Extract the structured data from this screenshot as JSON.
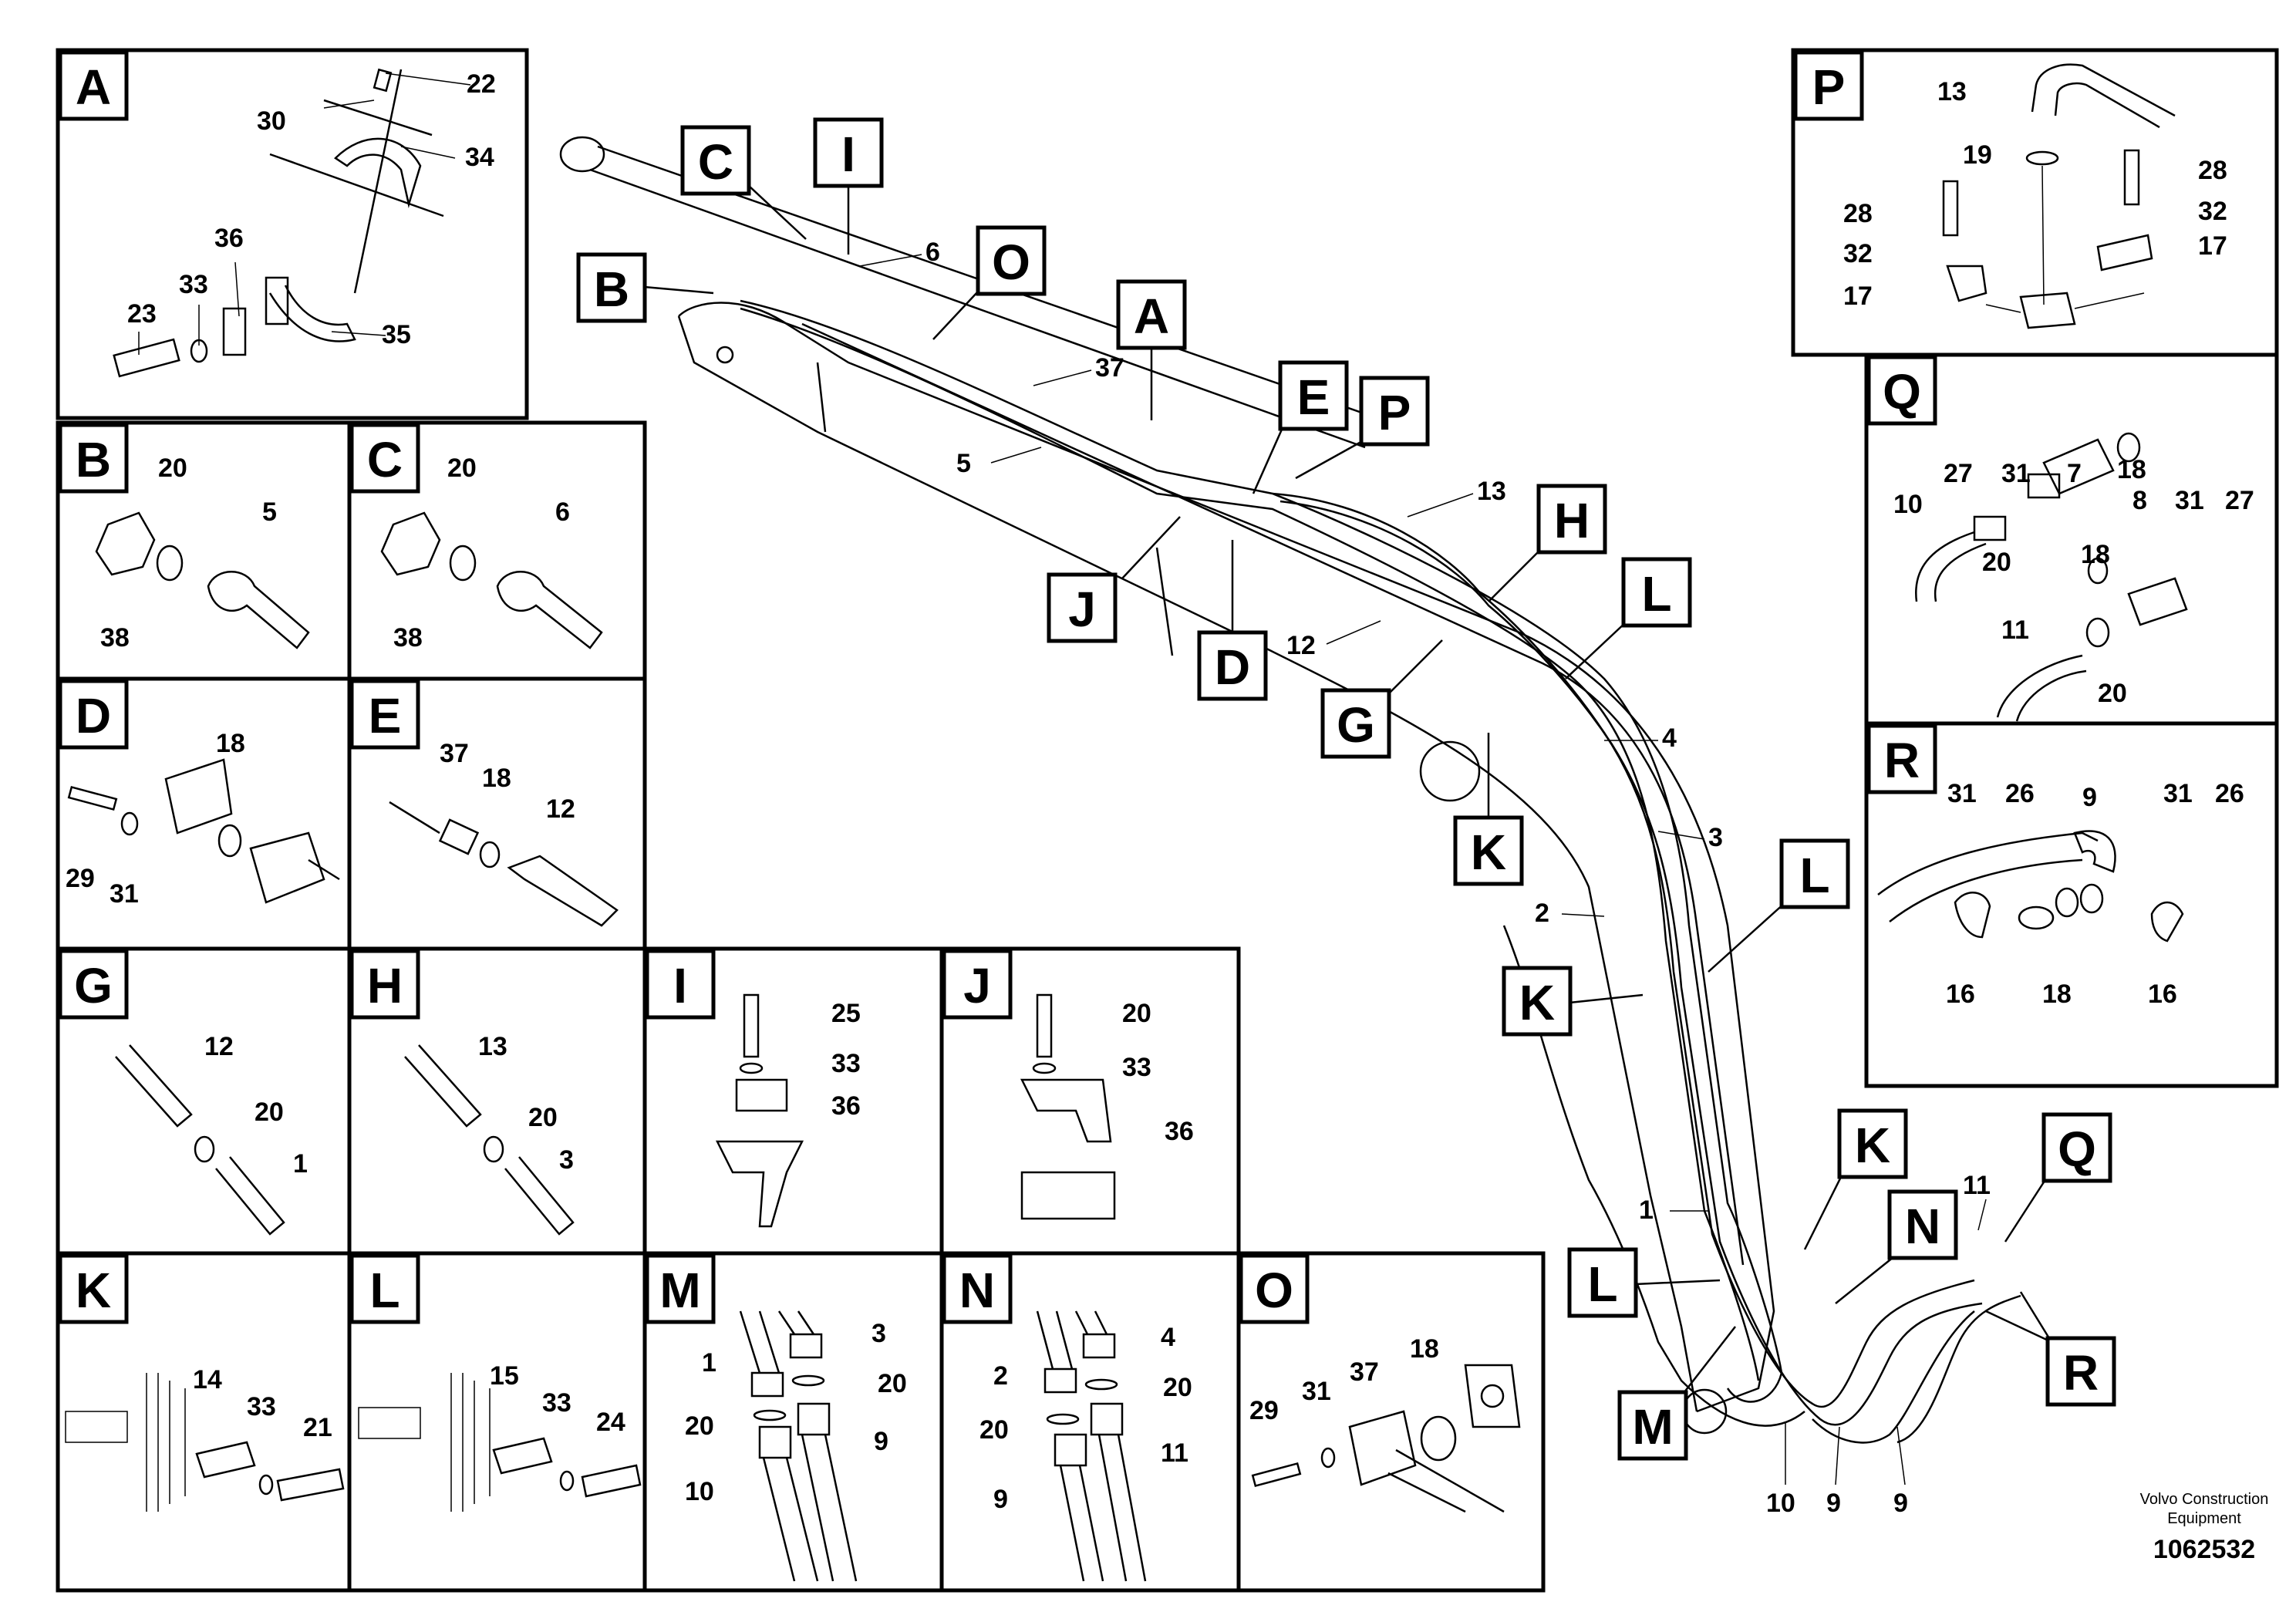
{
  "panel_ids": {
    "A": "A",
    "B": "B",
    "C": "C",
    "D": "D",
    "E": "E",
    "G": "G",
    "H": "H",
    "I": "I",
    "J": "J",
    "K": "K",
    "L": "L",
    "M": "M",
    "N": "N",
    "O": "O",
    "P": "P",
    "Q": "Q",
    "R": "R"
  },
  "callouts": {
    "A": [
      "22",
      "30",
      "34",
      "36",
      "33",
      "23",
      "35"
    ],
    "B": [
      "20",
      "5",
      "38"
    ],
    "C": [
      "20",
      "6",
      "38"
    ],
    "D": [
      "18",
      "29",
      "31"
    ],
    "E": [
      "37",
      "18",
      "12"
    ],
    "G": [
      "12",
      "20",
      "1"
    ],
    "H": [
      "13",
      "20",
      "3"
    ],
    "I": [
      "25",
      "33",
      "36"
    ],
    "J": [
      "20",
      "33",
      "36"
    ],
    "K": [
      "14",
      "33",
      "21"
    ],
    "L": [
      "15",
      "33",
      "24"
    ],
    "M": [
      "3",
      "1",
      "20",
      "20",
      "9",
      "10"
    ],
    "N": [
      "4",
      "2",
      "20",
      "20",
      "11",
      "9"
    ],
    "O": [
      "29",
      "31",
      "37",
      "18"
    ],
    "P": [
      "13",
      "19",
      "28",
      "32",
      "17",
      "28",
      "32",
      "17"
    ],
    "Q": [
      "27",
      "31",
      "7",
      "18",
      "10",
      "20",
      "18",
      "8",
      "31",
      "27",
      "11",
      "20"
    ],
    "R": [
      "31",
      "26",
      "9",
      "31",
      "26",
      "16",
      "18",
      "16"
    ]
  },
  "main_labels": {
    "C": "C",
    "I": "I",
    "B": "B",
    "O": "O",
    "A": "A",
    "E": "E",
    "P": "P",
    "J": "J",
    "D": "D",
    "H": "H",
    "L1": "L",
    "G": "G",
    "K1": "K",
    "L2": "L",
    "K2": "K",
    "K3": "K",
    "N": "N",
    "Q": "Q",
    "L3": "L",
    "M": "M",
    "R": "R"
  },
  "main_numbers": {
    "n6": "6",
    "n37": "37",
    "n5": "5",
    "n13": "13",
    "n12": "12",
    "n4": "4",
    "n3": "3",
    "n2": "2",
    "n1": "1",
    "n11": "11",
    "n10": "10",
    "n9a": "9",
    "n9b": "9"
  },
  "footer": {
    "brand_line1": "Volvo Construction",
    "brand_line2": "Equipment",
    "drawing_number": "1062532"
  }
}
